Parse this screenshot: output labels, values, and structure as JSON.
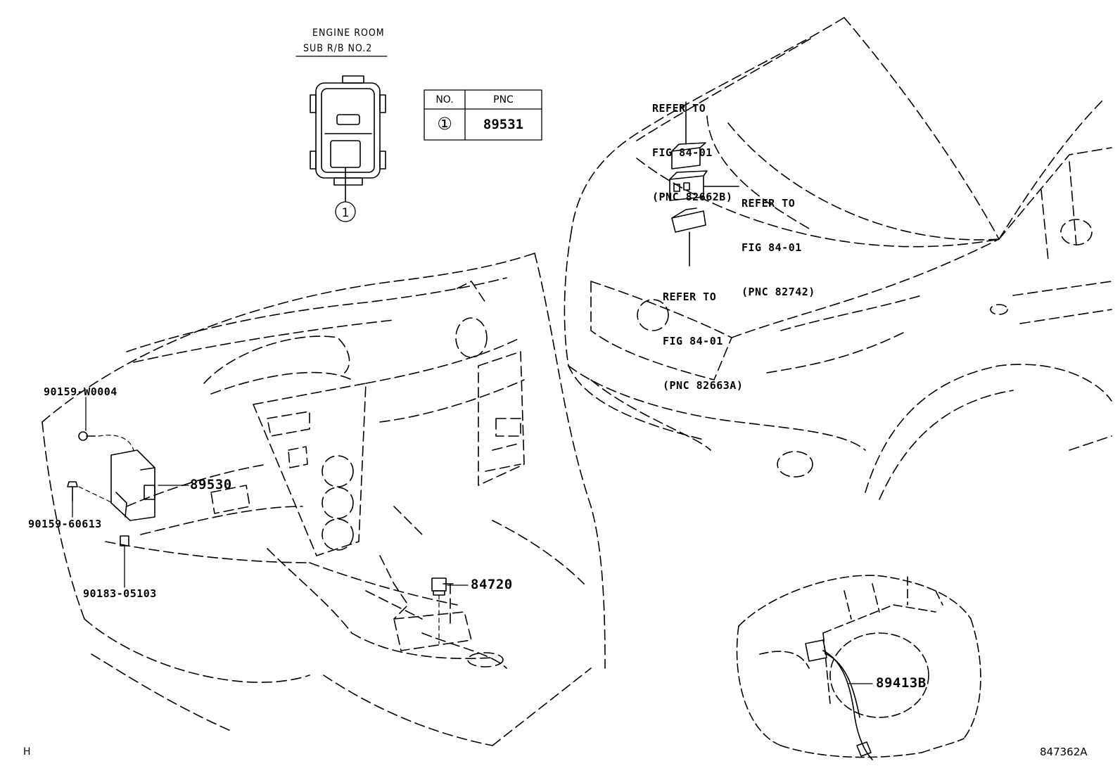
{
  "relay_block": {
    "title_line1": "ENGINE ROOM",
    "title_line2": "SUB R/B NO.2",
    "callout": "①"
  },
  "pnc_table": {
    "col_no": "NO.",
    "col_pnc": "PNC",
    "row_no": "①",
    "row_pnc": "89531"
  },
  "refer_notes": [
    {
      "line1": "REFER TO",
      "line2": "FIG 84-01",
      "line3": "(PNC 82662B)"
    },
    {
      "line1": "REFER TO",
      "line2": "FIG 84-01",
      "line3": "(PNC 82742)"
    },
    {
      "line1": "REFER TO",
      "line2": "FIG 84-01",
      "line3": "(PNC 82663A)"
    }
  ],
  "part_labels": {
    "bolt_top": "90159-W0004",
    "ecu": "89530",
    "bolt_bottom": "90159-60613",
    "nut": "90183-05103",
    "switch": "84720",
    "sensor": "89413B"
  },
  "footer": {
    "left_mark": "H",
    "figure_id": "847362A"
  }
}
